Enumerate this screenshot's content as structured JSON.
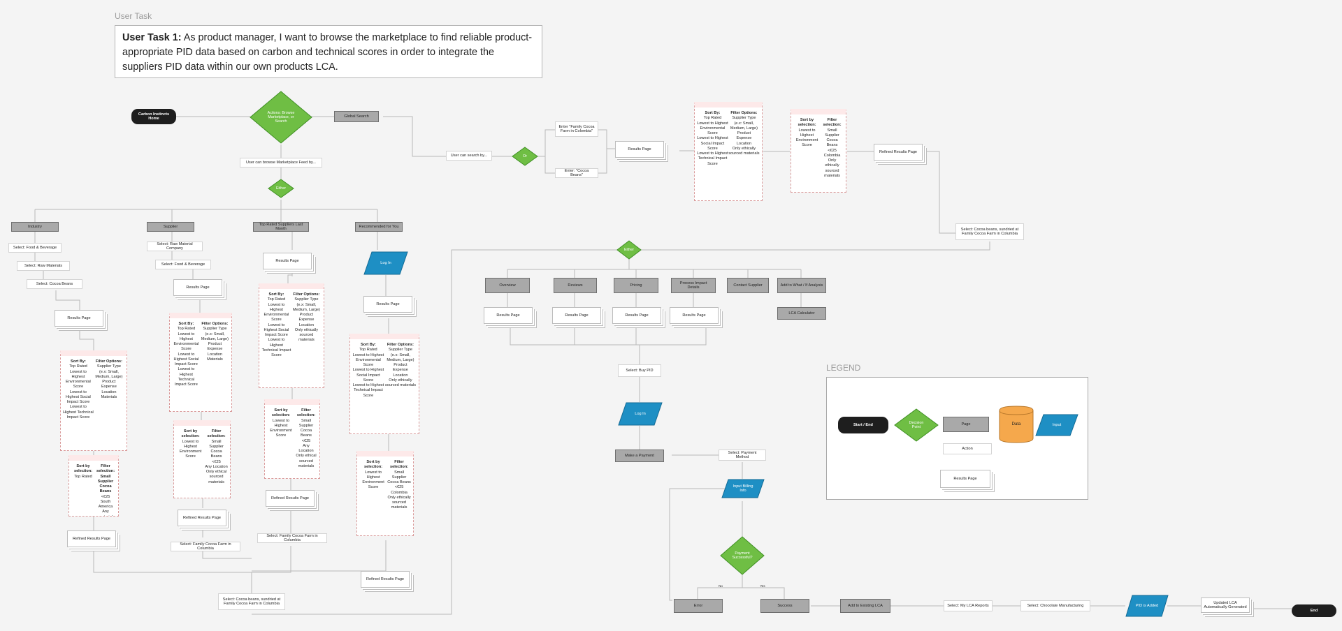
{
  "section_label": "User Task",
  "task": {
    "title": "User Task 1:",
    "text": "As product manager, I want to browse the marketplace to find reliable product-appropriate PID data based on carbon and technical scores in order to integrate the suppliers PID data within our own products LCA."
  },
  "legend": {
    "title": "LEGEND",
    "start_end": "Start / End",
    "decision": "Decision\nPoint",
    "page": "Page",
    "data": "Data",
    "input": "Input",
    "action": "Action",
    "results": "Results Page"
  },
  "colors": {
    "decision_green": "#6fbe44",
    "input_blue": "#1e8fc4",
    "data_orange": "#f5a84c",
    "page_gray": "#a9a9a9",
    "start_black": "#1e1e1e"
  },
  "flow": {
    "home": "Carbon Instincts Home",
    "actions_decision": "Actions: Browse\nMarketplace, or\nSearch",
    "global_search": "Global Search",
    "browse_feed": "User can browse Marketplace Feed by...",
    "either_decision": "Either",
    "industry": "Industry",
    "supplier": "Supplier",
    "top_rated": "Top Rated Suppliers Last Month",
    "recommended": "Recommended for You",
    "industry_steps": [
      "Select: Food & Beverage",
      "Select: Raw Materials",
      "Select: Cocoa Beans"
    ],
    "supplier_steps": [
      "Select: Raw Material Company",
      "Select: Food & Beverage"
    ],
    "results_page": "Results Page",
    "refined_results": "Refined Results Page",
    "login": "Log In",
    "sort_by": "Sort By:",
    "sort_options": [
      "Top Rated",
      "Lowest to Highest Environmental Score",
      "Lowest to Highest Social Impact Score",
      "Lowest to Highest Technical Impact Score"
    ],
    "filter_options_title": "Filter Options:",
    "filter_options": [
      "Supplier Type (e.x: Small, Medium, Large)",
      "Product",
      "Expense",
      "Location",
      "Materials"
    ],
    "filter_options_eth": [
      "Supplier Type (e.x: Small, Medium, Large)",
      "Product",
      "Expense",
      "Location",
      "Only ethically sourced materials"
    ],
    "sort_by_selection": "Sort by selection:",
    "filter_selection": "Filter selection:",
    "industry_sort_sel": [
      "Top Rated"
    ],
    "industry_filter_sel": [
      "Small Supplier",
      "Cocoa Beans",
      "<€25",
      "South America",
      "Any material"
    ],
    "sort_sel_env": [
      "Lowest to Highest Environment Score"
    ],
    "supplier_filter_sel": [
      "Small Supplier",
      "Cocoa Beans",
      "<€25",
      "Any Location",
      "Only ethical sourced materials"
    ],
    "top_filter_sel": [
      "Small Supplier",
      "Cocoa Beans",
      "<€25",
      "Any Location",
      "Only ethical sourced materials"
    ],
    "colombia_filter_sel": [
      "Small Supplier",
      "Cocoa Beans",
      "<€25",
      "Colombia",
      "Only ethically sourced materials"
    ],
    "select_family_farm": "Select: Family Cocoa Farm in Columbia",
    "select_cocoa_final": "Select: Cocoa beans, sundried at Family Cocoa Farm in Columbia",
    "select_cocoa_final_right": "Select: Cocoa beans, sundried at Family Cocoa Farm in Columbia",
    "user_can_search": "User can search by...",
    "or_decision": "Or",
    "enter_family": "Enter \"Family Cocoa Farm in Colombia\"",
    "enter_cocoa": "Enter: \"Cocoa Beans\"",
    "either2": "Either",
    "tabs": [
      "Overview",
      "Reviews",
      "Pricing",
      "Process Impact Details",
      "Contact Supplier",
      "Add to What / If Analysis"
    ],
    "lca_calculator": "LCA Calculator",
    "select_buy": "Select: Buy PID",
    "make_payment": "Make a Payment",
    "select_payment_method": "Select: Payment Method",
    "input_billing": "Input Billing\nInfo",
    "payment_decision": "Payment\nSuccessful?",
    "no_label": "No",
    "yes_label": "Yes",
    "error": "Error",
    "success": "Success",
    "add_existing": "Add to Existing LCA",
    "select_my_lca": "Select: My LCA Reports",
    "select_chocolate": "Select: Chocolate Manufacturing",
    "pid_added": "PID is Added",
    "updated_lca": "Updated LCA\nAutomatically Generated",
    "end": "End"
  }
}
